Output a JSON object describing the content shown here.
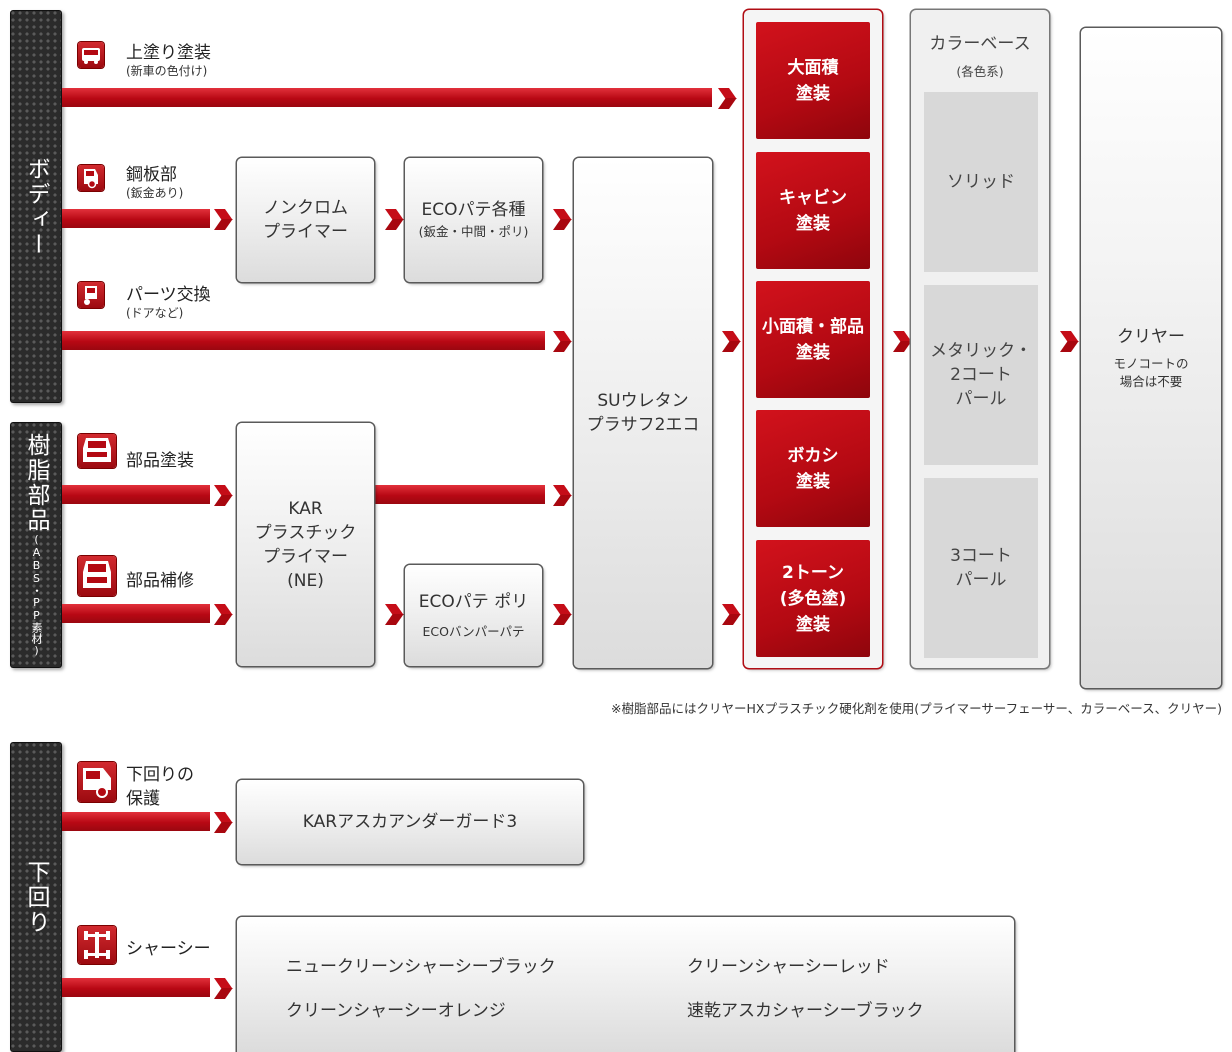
{
  "categories": {
    "body": "ボディー",
    "resin_main": "樹脂部品",
    "resin_sub": "(ABS・PP素材)",
    "under": "下回り"
  },
  "routes": {
    "topcoat": {
      "label": "上塗り塗装",
      "sub": "(新車の色付け)",
      "icon": "bus-icon"
    },
    "steel": {
      "label": "鋼板部",
      "sub": "(鈑金あり)",
      "icon": "truck-front-icon"
    },
    "parts_exchange": {
      "label": "パーツ交換",
      "sub": "(ドアなど)",
      "icon": "truck-door-icon"
    },
    "parts_paint": {
      "label": "部品塗装",
      "icon": "truck-grille-icon"
    },
    "parts_repair": {
      "label": "部品補修",
      "icon": "truck-grille-icon"
    },
    "under_protect": {
      "label1": "下回りの",
      "label2": "保護",
      "icon": "truck-side-icon"
    },
    "chassis": {
      "label": "シャーシー",
      "icon": "chassis-icon"
    }
  },
  "boxes": {
    "nonchrome": {
      "line1": "ノンクロム",
      "line2": "プライマー"
    },
    "eco_putty": {
      "line1": "ECOパテ各種",
      "line2": "(鈑金・中間・ポリ)"
    },
    "kar_primer": {
      "line1": "KAR",
      "line2": "プラスチック",
      "line3": "プライマー",
      "line4": "(NE)"
    },
    "eco_poly": {
      "line1": "ECOパテ ポリ",
      "line2": "ECOバンパーパテ"
    },
    "su_urethane": {
      "line1": "SUウレタン",
      "line2": "プラサフ2エコ"
    },
    "kar_underguard": "KARアスカアンダーガード3",
    "chassis_products": [
      "ニュークリーンシャーシーブラック",
      "クリーンシャーシーレッド",
      "クリーンシャーシーオレンジ",
      "速乾アスカシャーシーブラック"
    ]
  },
  "paint_types": [
    {
      "line1": "大面積",
      "line2": "塗装"
    },
    {
      "line1": "キャビン",
      "line2": "塗装"
    },
    {
      "line1": "小面積・部品",
      "line2": "塗装"
    },
    {
      "line1": "ボカシ",
      "line2": "塗装"
    },
    {
      "line1": "2トーン",
      "line2": "(多色塗)",
      "line3": "塗装"
    }
  ],
  "color_base": {
    "title": "カラーベース",
    "sub": "(各色系)",
    "items": [
      {
        "line1": "ソリッド"
      },
      {
        "line1": "メタリック・",
        "line2": "2コート",
        "line3": "パール"
      },
      {
        "line1": "3コート",
        "line2": "パール"
      }
    ]
  },
  "clear": {
    "title": "クリヤー",
    "note1": "モノコートの",
    "note2": "場合は不要"
  },
  "footnote": "※樹脂部品にはクリヤーHXプラスチック硬化剤を使用(プライマーサーフェーサー、カラーベース、クリヤー)",
  "colors": {
    "accent_red": "#b80814",
    "dark": "#2b2b2b",
    "grey_box": "#dcdcdc"
  }
}
